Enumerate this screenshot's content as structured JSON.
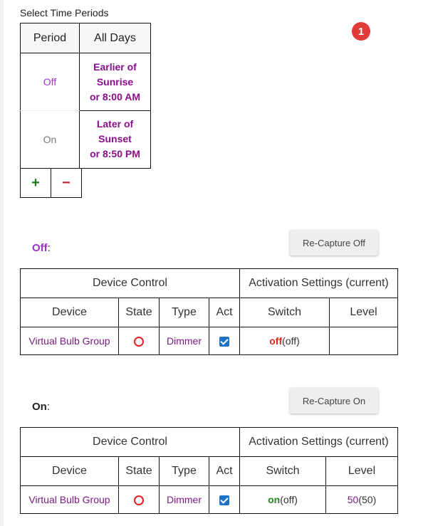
{
  "heading": "Select Time Periods",
  "notification_badge": "1",
  "time_periods": {
    "headers": [
      "Period",
      "All Days"
    ],
    "rows": [
      {
        "period": "Off",
        "time_lines": [
          "Earlier of",
          "Sunrise",
          "or 8:00 AM"
        ]
      },
      {
        "period": "On",
        "time_lines": [
          "Later of",
          "Sunset",
          "or 8:50 PM"
        ]
      }
    ],
    "add_label": "+",
    "remove_label": "−"
  },
  "off_section": {
    "name": "Off",
    "suffix": ":",
    "recapture_label": "Re-Capture Off",
    "group_headers": [
      "Device Control",
      "Activation Settings (current)"
    ],
    "columns": [
      "Device",
      "State",
      "Type",
      "Act",
      "Switch",
      "Level"
    ],
    "row": {
      "device": "Virtual Bulb Group",
      "type": "Dimmer",
      "act_checked": true,
      "switch_value": "off",
      "switch_current": "(off)",
      "level_value": "",
      "level_current": ""
    }
  },
  "on_section": {
    "name": "On",
    "suffix": ":",
    "recapture_label": "Re-Capture On",
    "group_headers": [
      "Device Control",
      "Activation Settings (current)"
    ],
    "columns": [
      "Device",
      "State",
      "Type",
      "Act",
      "Switch",
      "Level"
    ],
    "row": {
      "device": "Virtual Bulb Group",
      "type": "Dimmer",
      "act_checked": true,
      "switch_value": "on",
      "switch_current": "(off)",
      "level_value": "50",
      "level_current": "(50)"
    }
  },
  "colors": {
    "accent_purple": "#9b2fd0",
    "link_purple": "#7b1a84",
    "off_red": "#e0261f",
    "on_green": "#1e8a1e",
    "badge_red": "#e23a36",
    "checkbox_blue": "#1f73c7"
  },
  "icons": {
    "state": "circle-outline-icon",
    "act": "checkbox-checked-icon",
    "badge": "notification-badge"
  }
}
